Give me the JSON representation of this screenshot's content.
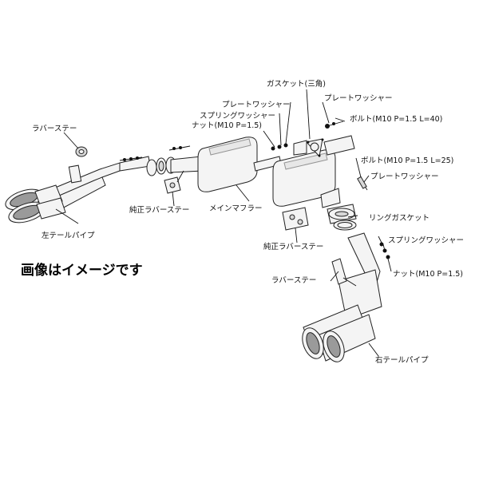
{
  "watermark": "画像はイメージです",
  "labels": {
    "gasket_triangle": "ガスケット(三角)",
    "plate_washer_1": "プレートワッシャー",
    "plate_washer_2": "プレートワッシャー",
    "plate_washer_3": "プレートワッシャー",
    "spring_washer_1": "スプリングワッシャー",
    "spring_washer_2": "スプリングワッシャー",
    "nut_1": "ナット(M10 P=1.5)",
    "nut_2": "ナット(M10 P=1.5)",
    "bolt_40": "ボルト(M10 P=1.5 L=40)",
    "bolt_25": "ボルト(M10 P=1.5 L=25)",
    "rubber_stay_left": "ラバーステー",
    "rubber_stay_right": "ラバーステー",
    "oem_rubber_stay_1": "純正ラバーステー",
    "oem_rubber_stay_2": "純正ラバーステー",
    "main_muffler": "メインマフラー",
    "left_tail_pipe": "左テールパイプ",
    "right_tail_pipe": "右テールパイプ",
    "ring_gasket": "リングガスケット"
  }
}
